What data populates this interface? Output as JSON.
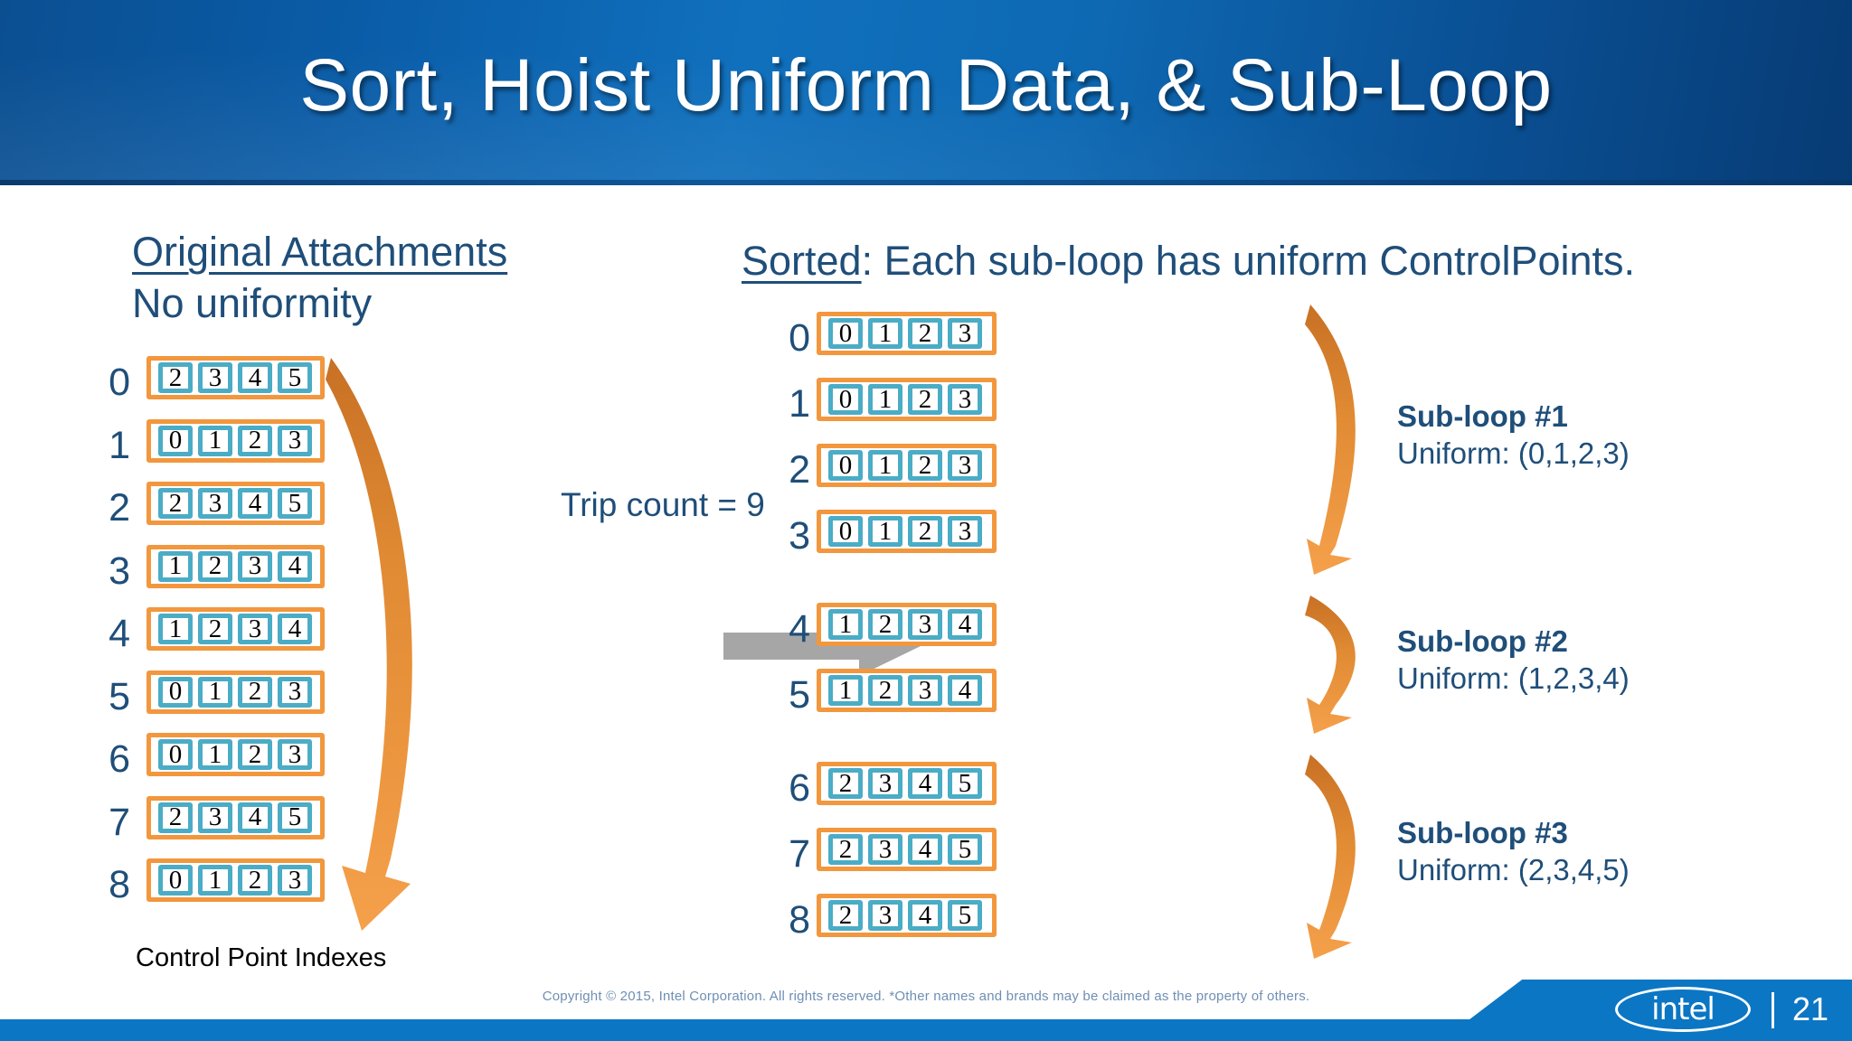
{
  "slide": {
    "title": "Sort, Hoist Uniform Data, & Sub-Loop",
    "page_number": "21",
    "copyright": "Copyright ©  2015, Intel Corporation. All rights reserved. *Other names and brands may be claimed as the property of others.",
    "brand": "intel",
    "colors": {
      "banner_blue": "#0a5ba6",
      "heading_navy": "#1f4e79",
      "row_border_orange": "#F2973D",
      "cell_border_teal": "#4BACC6",
      "arrow_gray": "#A6A6A6",
      "footer_blue": "#0b76c4"
    }
  },
  "left_panel": {
    "heading_underlined": "Original Attachments",
    "heading_line2": "No uniformity",
    "caption": "Control Point Indexes",
    "rows": [
      {
        "index": "0",
        "values": [
          "2",
          "3",
          "4",
          "5"
        ]
      },
      {
        "index": "1",
        "values": [
          "0",
          "1",
          "2",
          "3"
        ]
      },
      {
        "index": "2",
        "values": [
          "2",
          "3",
          "4",
          "5"
        ]
      },
      {
        "index": "3",
        "values": [
          "1",
          "2",
          "3",
          "4"
        ]
      },
      {
        "index": "4",
        "values": [
          "1",
          "2",
          "3",
          "4"
        ]
      },
      {
        "index": "5",
        "values": [
          "0",
          "1",
          "2",
          "3"
        ]
      },
      {
        "index": "6",
        "values": [
          "0",
          "1",
          "2",
          "3"
        ]
      },
      {
        "index": "7",
        "values": [
          "2",
          "3",
          "4",
          "5"
        ]
      },
      {
        "index": "8",
        "values": [
          "0",
          "1",
          "2",
          "3"
        ]
      }
    ]
  },
  "middle": {
    "trip_count": "Trip count = 9",
    "transition_arrow": "right-arrow-icon"
  },
  "right_panel": {
    "heading_underlined_part": "Sorted",
    "heading_rest": ": Each sub-loop has uniform ControlPoints.",
    "groups": [
      {
        "title": "Sub-loop #1",
        "uniform": "Uniform: (0,1,2,3)",
        "rows": [
          {
            "index": "0",
            "values": [
              "0",
              "1",
              "2",
              "3"
            ]
          },
          {
            "index": "1",
            "values": [
              "0",
              "1",
              "2",
              "3"
            ]
          },
          {
            "index": "2",
            "values": [
              "0",
              "1",
              "2",
              "3"
            ]
          },
          {
            "index": "3",
            "values": [
              "0",
              "1",
              "2",
              "3"
            ]
          }
        ]
      },
      {
        "title": "Sub-loop #2",
        "uniform": "Uniform: (1,2,3,4)",
        "rows": [
          {
            "index": "4",
            "values": [
              "1",
              "2",
              "3",
              "4"
            ]
          },
          {
            "index": "5",
            "values": [
              "1",
              "2",
              "3",
              "4"
            ]
          }
        ]
      },
      {
        "title": "Sub-loop #3",
        "uniform": "Uniform: (2,3,4,5)",
        "rows": [
          {
            "index": "6",
            "values": [
              "2",
              "3",
              "4",
              "5"
            ]
          },
          {
            "index": "7",
            "values": [
              "2",
              "3",
              "4",
              "5"
            ]
          },
          {
            "index": "8",
            "values": [
              "2",
              "3",
              "4",
              "5"
            ]
          }
        ]
      }
    ]
  }
}
